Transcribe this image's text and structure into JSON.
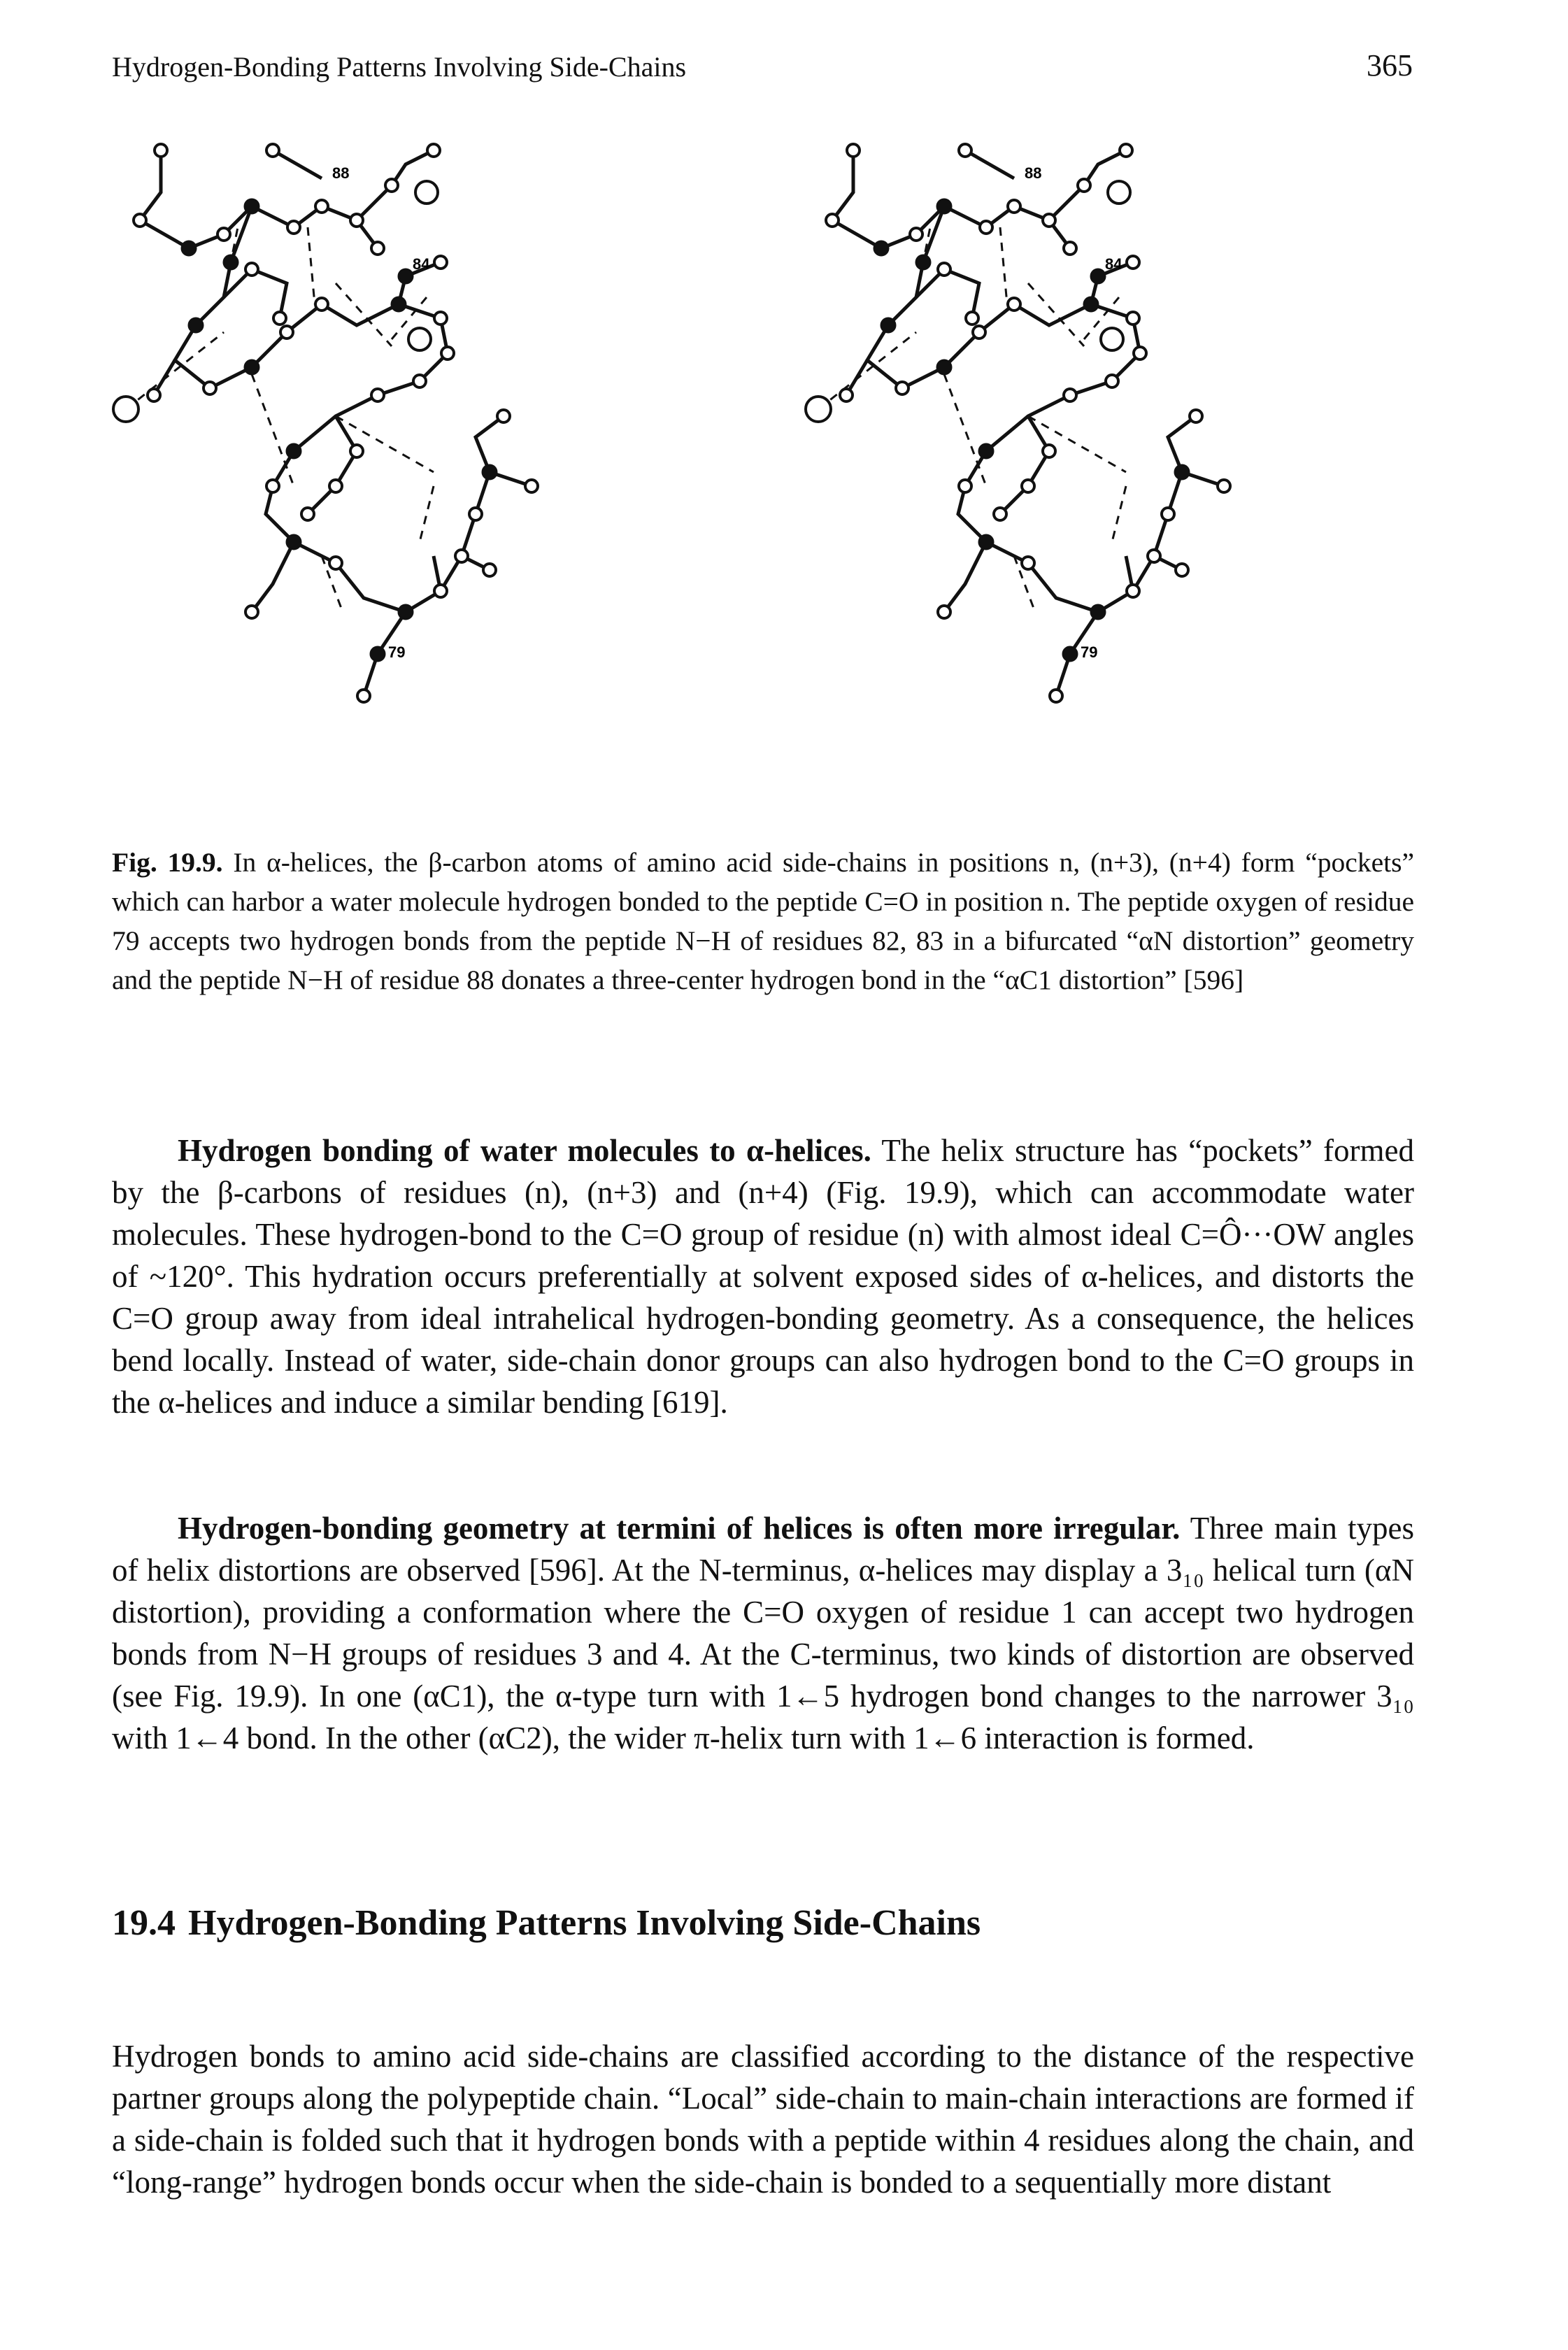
{
  "header": {
    "running_title": "Hydrogen-Bonding Patterns Involving Side-Chains",
    "page_number": "365"
  },
  "figure": {
    "residue_labels": {
      "top": "88",
      "middle": "84",
      "bottom": "79"
    }
  },
  "caption": {
    "label": "Fig. 19.9.",
    "text": " In α-helices, the β-carbon atoms of amino acid side-chains in positions n, (n+3), (n+4) form “pockets” which can harbor a water molecule hydrogen bonded to the peptide C=O in position n. The peptide oxygen of residue 79 accepts two hydrogen bonds from the peptide N−H of residues 82, 83 in a bifurcated “αN distortion” geometry and the peptide N−H of residue 88 donates a three-center hydrogen bond in the “αC1 distortion” [596]"
  },
  "paragraph1": {
    "run_in": "Hydrogen bonding of water molecules to α-helices.",
    "text": " The helix structure has “pockets” formed by the β-carbons of residues (n), (n+3) and (n+4) (Fig. 19.9), which can accommodate water molecules. These hydrogen-bond to the C=O group of residue (n) with almost ideal C=Ô···OW angles of ~120°. This hydration occurs preferentially at solvent exposed sides of α-helices, and distorts the C=O group away from ideal intrahelical hydrogen-bonding geometry. As a consequence, the helices bend locally. Instead of water, side-chain donor groups can also hydrogen bond to the C=O groups in the α-helices and induce a similar bending [619]."
  },
  "paragraph2": {
    "run_in": "Hydrogen-bonding geometry at termini of helices is often more irregular.",
    "text": " Three main types of helix distortions are observed [596]. At the N-terminus, α-helices may display a 3₁₀ helical turn (αN distortion), providing a conformation where the C=O oxygen of residue 1 can accept two hydrogen bonds from N−H groups of residues 3 and 4. At the C-terminus, two kinds of distortion are observed (see Fig. 19.9). In one (αC1), the α-type turn with 1←5 hydrogen bond changes to the narrower 3₁₀ with 1←4 bond. In the other (αC2), the wider π-helix turn with 1←6 interaction is formed."
  },
  "section": {
    "number": "19.4",
    "title": "Hydrogen-Bonding Patterns Involving Side-Chains"
  },
  "paragraph3": {
    "text": "Hydrogen bonds to amino acid side-chains are classified according to the distance of the respective partner groups along the polypeptide chain. “Local” side-chain to main-chain interactions are formed if a side-chain is folded such that it hydrogen bonds with a peptide within 4 residues along the chain, and “long-range” hydrogen bonds occur when the side-chain is bonded to a sequentially more distant"
  }
}
